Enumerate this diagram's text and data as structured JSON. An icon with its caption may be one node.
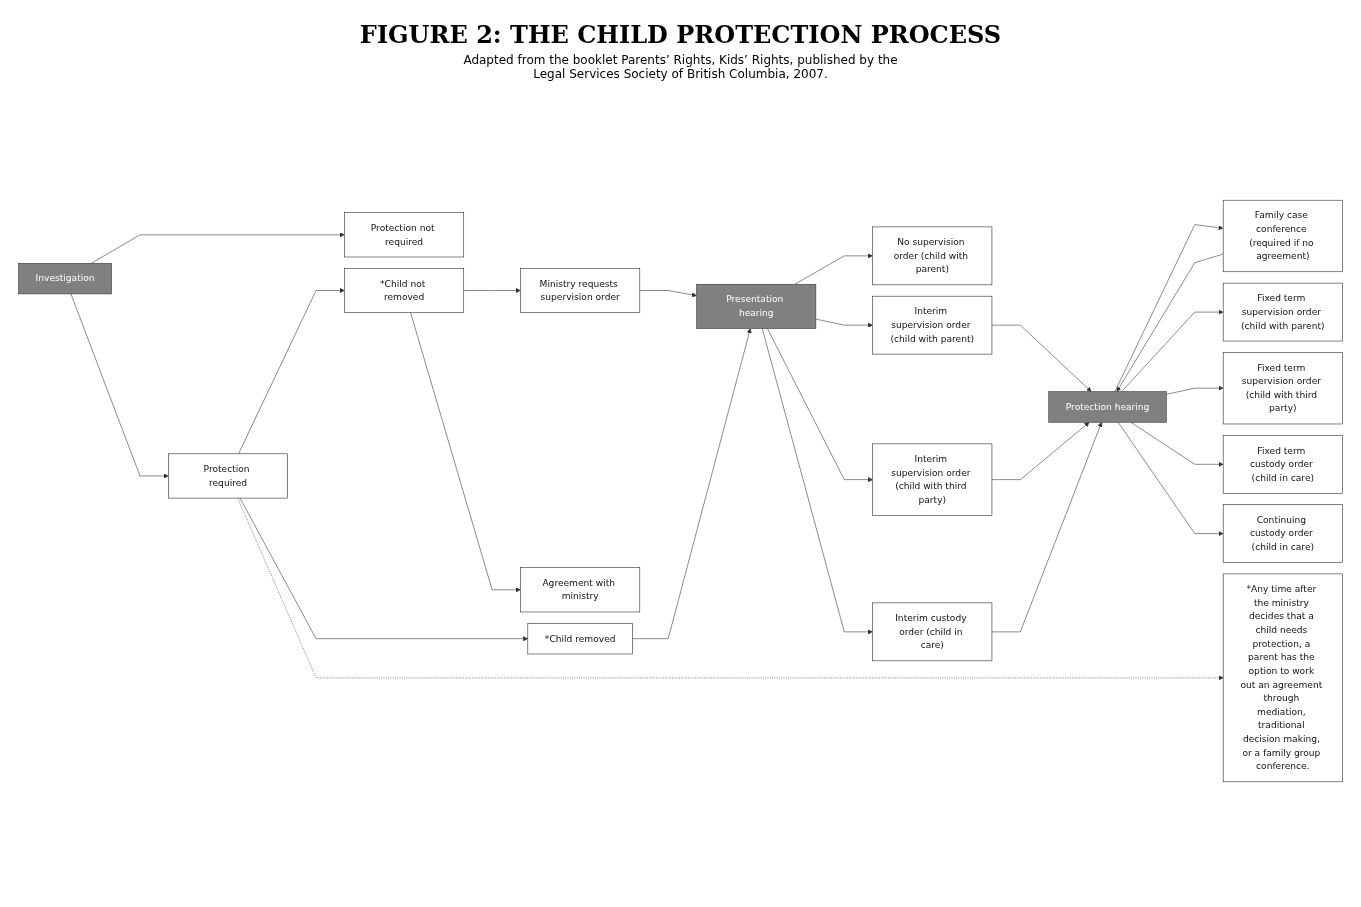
{
  "diagram": {
    "title": "FIGURE 2: THE CHILD PROTECTION PROCESS",
    "caption": "Adapted from the booklet Parents’ Rights, Kids’ Rights, published by the Legal Services Society of British Columbia, 2007.",
    "nodes": [
      {
        "text": [
          "Investigation"
        ]
      },
      {
        "text": [
          "Protection not required"
        ]
      },
      {
        "text": [
          "Protection required"
        ]
      },
      {
        "text": [
          "*Child not removed"
        ]
      },
      {
        "text": [
          "*Child removed"
        ]
      },
      {
        "text": [
          "Agreement with ministry"
        ]
      },
      {
        "text": [
          "Ministry requests supervision order"
        ]
      },
      {
        "text": [
          "Presentation hearing"
        ]
      },
      {
        "text": [
          "No supervision order (child with parent)"
        ]
      },
      {
        "text": [
          "Interim supervision order (child with parent)"
        ]
      },
      {
        "text": [
          "Interim supervision order (child with third party)"
        ]
      },
      {
        "text": [
          "Interim custody order (child in care)"
        ]
      },
      {
        "text": [
          "Protection hearing"
        ]
      },
      {
        "text": [
          "Family case conference (required if no agreement)"
        ]
      },
      {
        "text": [
          "Fixed term supervision order (child with parent)"
        ]
      },
      {
        "text": [
          "Fixed term supervision order (child with third party)"
        ]
      },
      {
        "text": [
          "Fixed term custody order (child in care)"
        ]
      },
      {
        "text": [
          "Continuing custody order (child in care)"
        ]
      },
      {
        "text": [
          "*Any time after the ministry decides that a child needs protection, a parent has the option to work out an agreement through mediation, traditional decision making, or a family group conference."
        ]
      }
    ],
    "edges": [
      {
        "from": 0,
        "to": 1,
        "arrow": "to"
      },
      {
        "from": 0,
        "to": 2,
        "arrow": "to"
      },
      {
        "from": 2,
        "to": 3,
        "arrow": "to"
      },
      {
        "from": 2,
        "to": 4,
        "arrow": "to"
      },
      {
        "from": 2,
        "to": 18,
        "arrow": "to",
        "style": "dashed"
      },
      {
        "from": 3,
        "to": 5,
        "arrow": "to"
      },
      {
        "from": 3,
        "to": 6,
        "arrow": "to"
      },
      {
        "from": 6,
        "to": 7,
        "arrow": "to"
      },
      {
        "from": 4,
        "to": 7,
        "arrow": "to"
      },
      {
        "from": 7,
        "to": 8,
        "arrow": "to"
      },
      {
        "from": 7,
        "to": 9,
        "arrow": "to"
      },
      {
        "from": 7,
        "to": 10,
        "arrow": "to"
      },
      {
        "from": 7,
        "to": 11,
        "arrow": "to"
      },
      {
        "from": 9,
        "to": 12,
        "arrow": "to"
      },
      {
        "from": 10,
        "to": 12,
        "arrow": "to"
      },
      {
        "from": 11,
        "to": 12,
        "arrow": "to"
      },
      {
        "from": 12,
        "to": 13,
        "arrow": "to"
      },
      {
        "from": 13,
        "to": 12,
        "arrow": "to"
      },
      {
        "from": 12,
        "to": 14,
        "arrow": "to"
      },
      {
        "from": 12,
        "to": 15,
        "arrow": "to"
      },
      {
        "from": 12,
        "to": 16,
        "arrow": "to"
      },
      {
        "from": 12,
        "to": 17,
        "arrow": "to"
      }
    ]
  }
}
